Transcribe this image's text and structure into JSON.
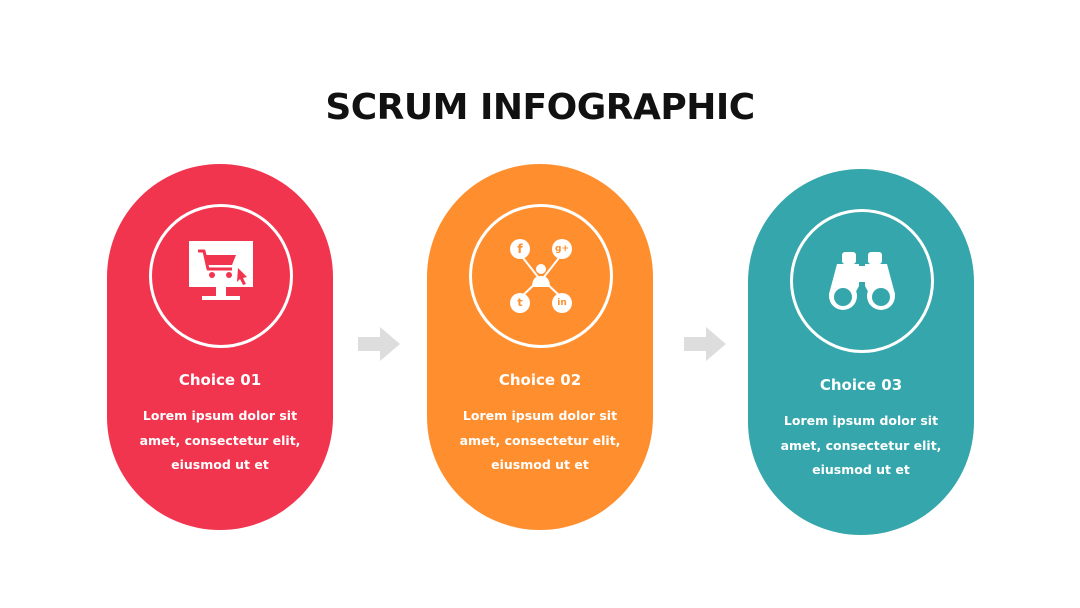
{
  "title": "SCRUM INFOGRAPHIC",
  "colors": {
    "card_1": "#f2354f",
    "card_2": "#ff8f2e",
    "card_3": "#35a6ab",
    "arrow": "#dddddd",
    "title": "#111111"
  },
  "cards": [
    {
      "label": "Choice 01",
      "description": "Lorem ipsum dolor sit amet, consectetur elit, eiusmod ut et",
      "icon": "shopping-cart-monitor-icon"
    },
    {
      "label": "Choice 02",
      "description": "Lorem ipsum dolor sit amet, consectetur elit, eiusmod ut et",
      "icon": "social-network-icon",
      "icon_glyphs": [
        "f",
        "g+",
        "t",
        "in"
      ]
    },
    {
      "label": "Choice 03",
      "description": "Lorem ipsum dolor sit amet, consectetur elit, eiusmod ut et",
      "icon": "binoculars-icon"
    }
  ]
}
